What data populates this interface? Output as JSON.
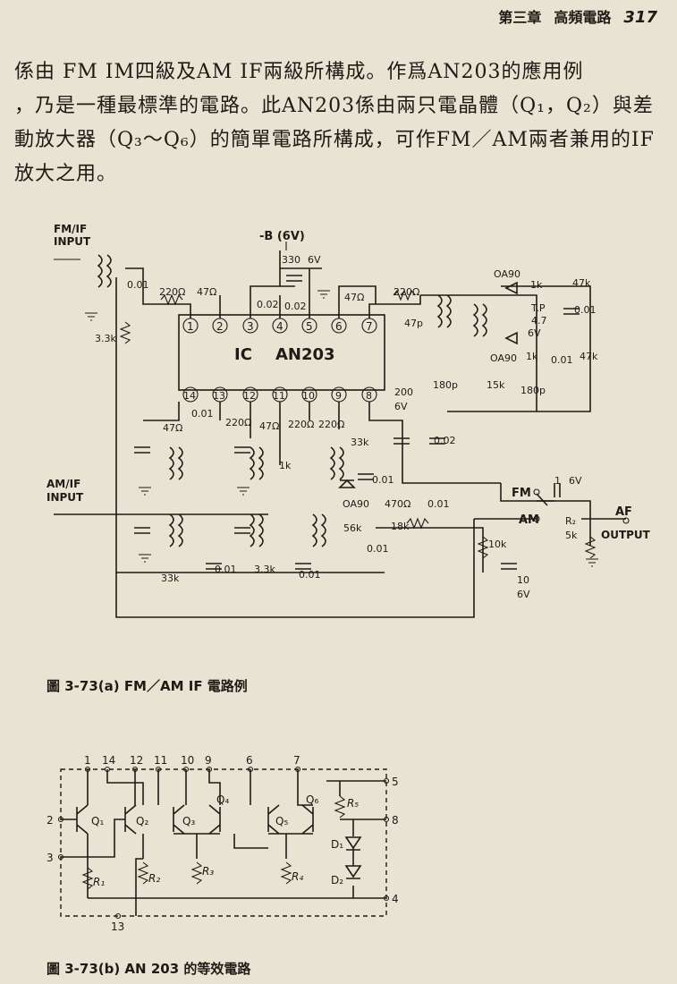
{
  "header": {
    "chapter": "第三章",
    "section": "高頻電路",
    "page_number": "317"
  },
  "paragraph": {
    "lines": [
      "係由 FM IM四級及AM IF兩級所構成。作爲AN203的應用例",
      "，乃是一種最標準的電路。此AN203係由兩只電晶體（Q₁，Q₂）與差",
      "動放大器（Q₃～Q₆）的簡單電路所構成，可作FM／AM兩者兼用的IF",
      "放大之用。"
    ]
  },
  "figure_a": {
    "caption": "圖 3-73(a) FM／AM IF 電路例",
    "ic_label": "IC",
    "ic_name": "AN203",
    "pins_top": [
      "1",
      "2",
      "3",
      "4",
      "5",
      "6",
      "7"
    ],
    "pins_bottom": [
      "14",
      "13",
      "12",
      "11",
      "10",
      "9",
      "8"
    ],
    "fm_input": "FM/IF",
    "fm_input2": "INPUT",
    "am_input": "AM/IF",
    "am_input2": "INPUT",
    "supply": "-B (6V)",
    "fm_label": "FM",
    "am_label": "AM",
    "af_label": "AF",
    "output_label": "OUTPUT",
    "tp_label": "T.P",
    "labels": {
      "c330": "330",
      "v6a": "6V",
      "c002a": "0.02",
      "c002b": "0.02",
      "r220a": "220Ω",
      "r47a": "47Ω",
      "r47b": "47Ω",
      "c001a": "0.01",
      "r33ka": "3.3k",
      "r220b": "220Ω",
      "c47p": "47p",
      "oa90a": "OA90",
      "r1ka": "1k",
      "r47ka": "47k",
      "c001b": "0.01",
      "c47": "4.7",
      "v6b": "6V",
      "r1kb": "1k",
      "c001c": "0.01",
      "r47kb": "47k",
      "oa90b": "OA90",
      "c180pa": "180p",
      "r15k": "15k",
      "c180pb": "180p",
      "c200": "200",
      "v6c": "6V",
      "c002c": "0.02",
      "r47c": "47Ω",
      "c001d": "0.01",
      "r220c": "220Ω",
      "r47d": "47Ω",
      "r220d": "220Ω",
      "r220e": "220Ω",
      "r33kb": "33k",
      "r1kc": "1k",
      "c001e": "0.01",
      "oa90c": "OA90",
      "r470": "470Ω",
      "c001f": "0.01",
      "r56k": "56k",
      "r18k": "18k",
      "c001g": "0.01",
      "r10k": "10k",
      "c1": "1",
      "v6d": "6V",
      "r2": "R₂",
      "r5k": "5k",
      "r33kc": "33k",
      "c001h": "0.01",
      "r33kd": "3.3k",
      "c001i": "0.01",
      "c10": "10",
      "v6e": "6V"
    }
  },
  "figure_b": {
    "caption": "圖 3-73(b) AN 203 的等效電路",
    "pins_top": [
      "1",
      "14",
      "12",
      "11",
      "10",
      "9",
      "6",
      "7"
    ],
    "pins_side": [
      "2",
      "3",
      "5",
      "8",
      "4"
    ],
    "pin_bottom": "13",
    "transistors": [
      "Q₁",
      "Q₂",
      "Q₃",
      "Q₄",
      "Q₅",
      "Q₆"
    ],
    "resistors": [
      "R₁",
      "R₂",
      "R₃",
      "R₄",
      "R₅"
    ],
    "diodes": [
      "D₁",
      "D₂"
    ]
  }
}
